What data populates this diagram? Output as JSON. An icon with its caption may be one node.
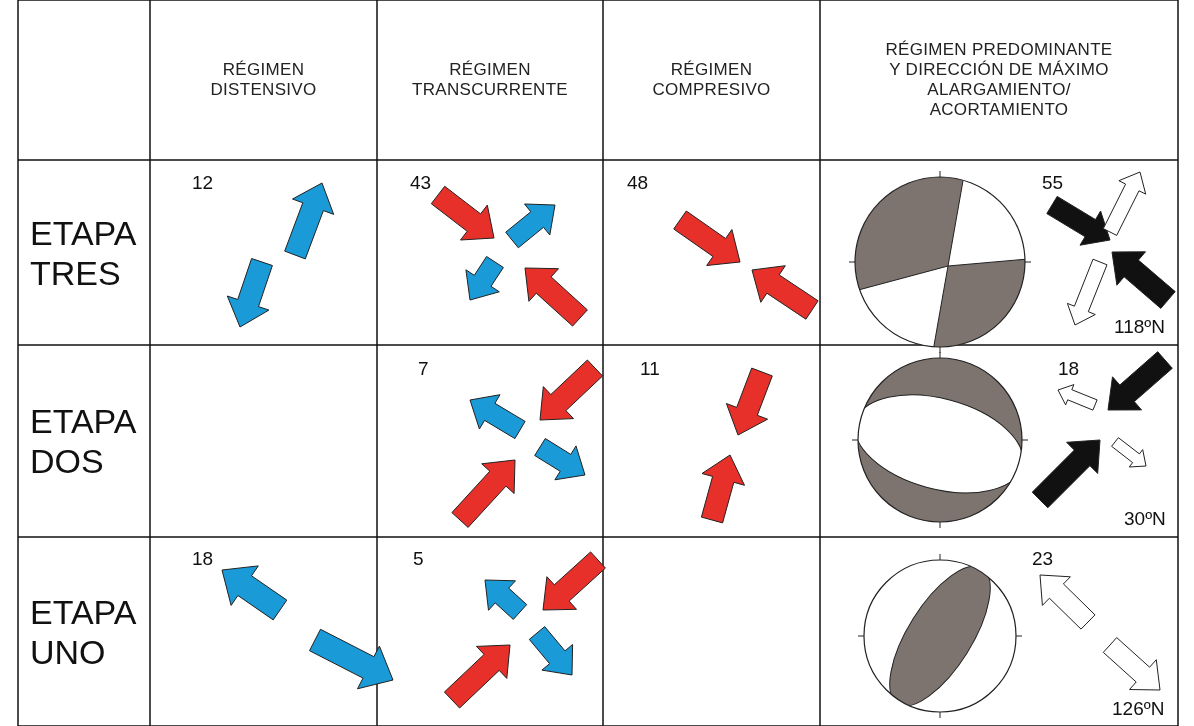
{
  "diagram": {
    "labels": [
      "RÉGIMEN DISTENSIVO",
      "RÉGIMEN TRANSCURRENTE",
      "RÉGIMEN COMPRESIVO",
      "RÉGIMEN PREDOMINANTE Y DIRECCIÓN DE MÁXIMO ALARGAMIENTO/ ACORTAMIENTO",
      "ETAPA TRES",
      "12",
      "43",
      "48",
      "55",
      "118ºN",
      "ETAPA DOS",
      "7",
      "11",
      "18",
      "30ºN",
      "ETAPA UNO",
      "18",
      "5",
      "23",
      "126ºN"
    ]
  }
}
